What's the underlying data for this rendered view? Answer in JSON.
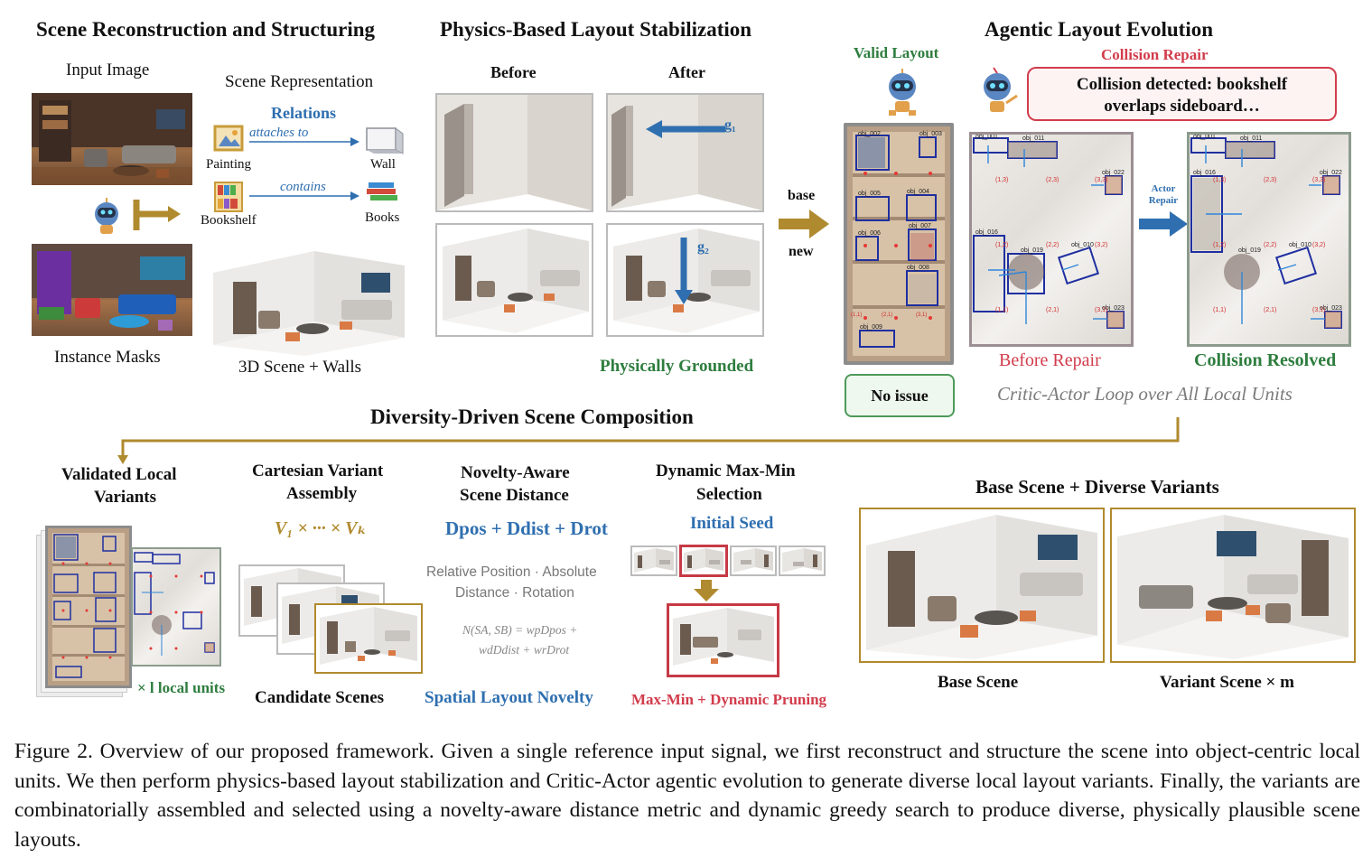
{
  "sec1": {
    "title": "Scene Reconstruction and Structuring",
    "input_image": "Input Image",
    "scene_representation": "Scene Representation",
    "relations": "Relations",
    "attaches_to": "attaches to",
    "painting": "Painting",
    "wall": "Wall",
    "contains": "contains",
    "bookshelf": "Bookshelf",
    "books": "Books",
    "instance_masks": "Instance Masks",
    "scene_walls": "3D Scene + Walls"
  },
  "sec2": {
    "title": "Physics-Based Layout Stabilization",
    "before": "Before",
    "after": "After",
    "g1": "g₁",
    "g2": "g₂",
    "grounded": "Physically Grounded"
  },
  "sec3": {
    "title": "Agentic Layout Evolution",
    "valid_layout": "Valid Layout",
    "collision_repair": "Collision Repair",
    "collision_msg_1": "Collision detected: bookshelf",
    "collision_msg_2": "overlaps sideboard…",
    "base": "base",
    "new": "new",
    "no_issue": "No issue",
    "actor_repair_1": "Actor",
    "actor_repair_2": "Repair",
    "before_repair": "Before Repair",
    "collision_resolved": "Collision Resolved",
    "critic_loop": "Critic-Actor Loop over All Local Units",
    "shelf_labels": [
      "obj_002",
      "obj_003",
      "obj_005",
      "obj_004",
      "obj_006",
      "obj_007",
      "obj_008",
      "obj_009"
    ],
    "plan_labels_before": [
      "obj_001",
      "obj_011",
      "obj_022",
      "obj_016",
      "obj_019",
      "obj_010",
      "obj_023"
    ],
    "plan_labels_after": [
      "obj_001",
      "obj_011",
      "obj_016",
      "obj_022",
      "obj_019",
      "obj_010",
      "obj_023"
    ],
    "grid_labels": [
      "(1,3)",
      "(2,3)",
      "(3,3)",
      "(1,2)",
      "(2,2)",
      "(3,2)",
      "(1,1)",
      "(2,1)",
      "(3,1)"
    ]
  },
  "sec4": {
    "title": "Diversity-Driven Scene Composition",
    "validated_1": "Validated Local",
    "validated_2": "Variants",
    "local_units": "× l local units",
    "cartesian_1": "Cartesian Variant",
    "cartesian_2": "Assembly",
    "cartesian_formula": "V₁ × ··· × Vₖ",
    "candidate_scenes": "Candidate Scenes",
    "novelty_1": "Novelty-Aware",
    "novelty_2": "Scene Distance",
    "novelty_formula": "Dpos + Ddist + Drot",
    "novelty_desc_1": "Relative Position · Absolute",
    "novelty_desc_2": "Distance · Rotation",
    "novelty_eq_1": "N(SA, SB) = wpDpos +",
    "novelty_eq_2": "wdDdist + wrDrot",
    "spatial_novelty": "Spatial Layout Novelty",
    "maxmin_1": "Dynamic Max-Min",
    "maxmin_2": "Selection",
    "initial_seed": "Initial Seed",
    "pruning": "Max-Min + Dynamic Pruning",
    "base_diverse": "Base Scene + Diverse Variants",
    "base_scene": "Base Scene",
    "variant_scene": "Variant Scene × m"
  },
  "caption": "Figure 2.  Overview of our proposed framework.  Given a single reference input signal, we first reconstruct and structure the scene into object-centric local units. We then perform physics-based layout stabilization and Critic-Actor agentic evolution to generate diverse local layout variants. Finally, the variants are combinatorially assembled and selected using a novelty-aware distance metric and dynamic greedy search to produce diverse, physically plausible scene layouts.",
  "colors": {
    "blue": "#2f6fb0",
    "gold": "#b08a2e",
    "green": "#2e7d3e",
    "red": "#d23c4b"
  }
}
